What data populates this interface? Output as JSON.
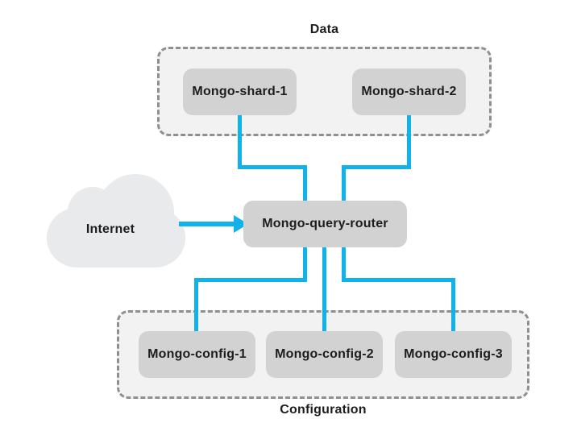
{
  "diagram": {
    "colors": {
      "accent": "#11b2e9",
      "node-fill": "#d2d2d2",
      "group-fill": "#f2f2f2",
      "group-border": "#8f8f8f",
      "cloud-fill": "#e8eaec",
      "text": "#1d1d1f",
      "background": "#ffffff"
    },
    "internet": {
      "label": "Internet",
      "icon": "cloud-icon"
    },
    "router": {
      "label": "Mongo-query-router"
    },
    "groups": {
      "data": {
        "label": "Data",
        "nodes": [
          {
            "label": "Mongo-shard-1"
          },
          {
            "label": "Mongo-shard-2"
          }
        ]
      },
      "configuration": {
        "label": "Configuration",
        "nodes": [
          {
            "label": "Mongo-config-1"
          },
          {
            "label": "Mongo-config-2"
          },
          {
            "label": "Mongo-config-3"
          }
        ]
      }
    },
    "edges": [
      {
        "from": "Internet",
        "to": "Mongo-query-router",
        "directed": true
      },
      {
        "from": "Mongo-query-router",
        "to": "Mongo-shard-1",
        "directed": false
      },
      {
        "from": "Mongo-query-router",
        "to": "Mongo-shard-2",
        "directed": false
      },
      {
        "from": "Mongo-query-router",
        "to": "Mongo-config-1",
        "directed": false
      },
      {
        "from": "Mongo-query-router",
        "to": "Mongo-config-2",
        "directed": false
      },
      {
        "from": "Mongo-query-router",
        "to": "Mongo-config-3",
        "directed": false
      }
    ]
  }
}
